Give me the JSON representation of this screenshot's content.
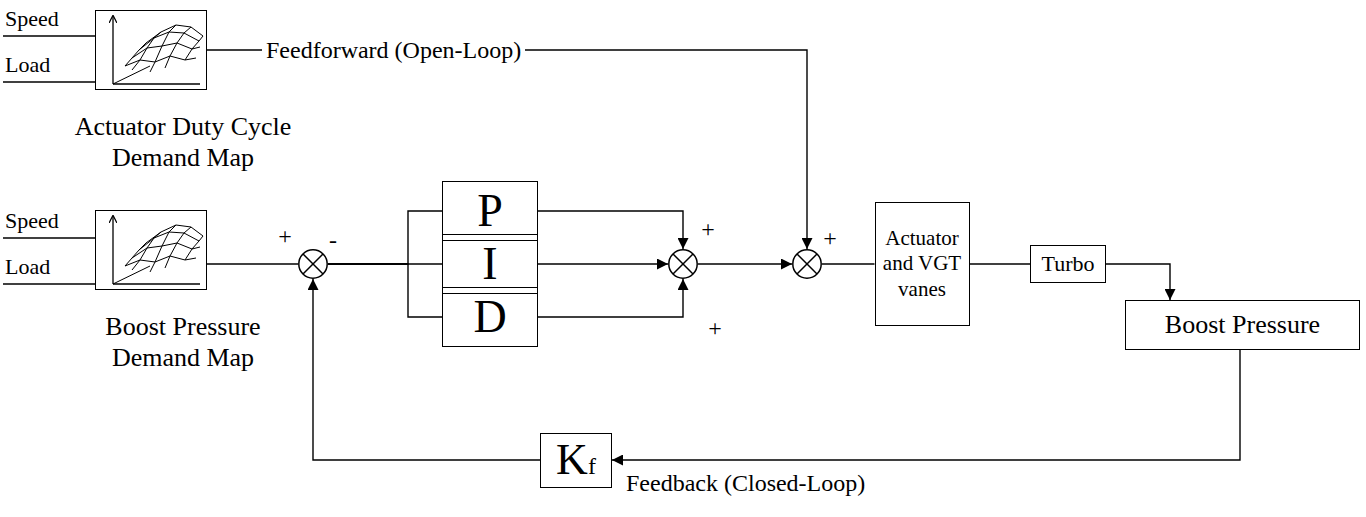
{
  "diagram": {
    "nodes": [
      {
        "text": [
          "Actuator Duty Cycle Demand Map"
        ]
      },
      {
        "text": [
          "Boost Pressure Demand Map"
        ]
      },
      {
        "text": [
          "+",
          "-"
        ]
      },
      {
        "text": [
          "P"
        ]
      },
      {
        "text": [
          "I"
        ]
      },
      {
        "text": [
          "D"
        ]
      },
      {
        "text": [
          "+",
          "+"
        ]
      },
      {
        "text": [
          "+"
        ]
      },
      {
        "text": [
          "Actuator and VGT vanes"
        ]
      },
      {
        "text": [
          "Turbo"
        ]
      },
      {
        "text": [
          "Boost Pressure"
        ]
      },
      {
        "text": [
          "Kf"
        ]
      }
    ],
    "edges": [
      {
        "from": 0,
        "to": 7,
        "arrow": "to",
        "label": "Feedforward (Open-Loop)"
      },
      {
        "from": 1,
        "to": 2,
        "arrow": "none"
      },
      {
        "from": 2,
        "to": 3,
        "arrow": "none"
      },
      {
        "from": 2,
        "to": 4,
        "arrow": "none"
      },
      {
        "from": 2,
        "to": 5,
        "arrow": "none"
      },
      {
        "from": 3,
        "to": 6,
        "arrow": "to"
      },
      {
        "from": 4,
        "to": 6,
        "arrow": "to"
      },
      {
        "from": 5,
        "to": 6,
        "arrow": "to"
      },
      {
        "from": 6,
        "to": 7,
        "arrow": "to"
      },
      {
        "from": 7,
        "to": 8,
        "arrow": "none"
      },
      {
        "from": 8,
        "to": 9,
        "arrow": "none"
      },
      {
        "from": 9,
        "to": 10,
        "arrow": "to"
      },
      {
        "from": 10,
        "to": 11,
        "arrow": "to",
        "label": "Feedback (Closed-Loop)"
      },
      {
        "from": 11,
        "to": 2,
        "arrow": "to"
      }
    ],
    "labels": [
      "Speed",
      "Load",
      "Speed",
      "Load"
    ]
  }
}
